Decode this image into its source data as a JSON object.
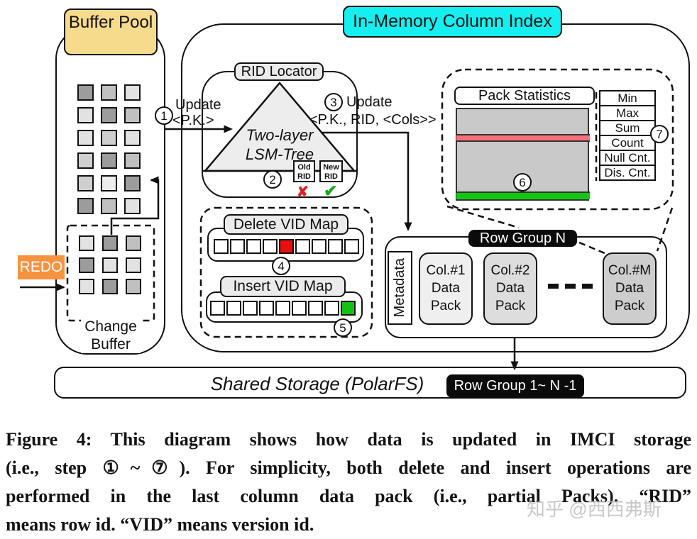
{
  "buffer_pool": {
    "title": "Buffer Pool",
    "redo_label": "REDO",
    "grid": [
      [
        "d",
        "m",
        "l"
      ],
      [
        "l",
        "d",
        "m"
      ],
      [
        "l",
        "ml",
        "l"
      ],
      [
        "ml",
        "d",
        "m"
      ],
      [
        "ml",
        "xl",
        "d"
      ],
      [
        "d",
        "m",
        "l"
      ]
    ],
    "change_buffer": {
      "label_line1": "Change",
      "label_line2": "Buffer",
      "grid": [
        [
          "l",
          "d",
          "m"
        ],
        [
          "d",
          "l",
          "l"
        ],
        [
          "l",
          "d",
          "m"
        ]
      ]
    }
  },
  "imci": {
    "title": "In-Memory Column Index"
  },
  "rid_locator": {
    "label": "RID Locator",
    "tree_label_line1": "Two-layer",
    "tree_label_line2": "LSM-Tree",
    "old_rid_line1": "Old",
    "old_rid_line2": "RID",
    "new_rid_line1": "New",
    "new_rid_line2": "RID",
    "cross_mark": "✘",
    "check_mark": "✔"
  },
  "steps": {
    "s1": {
      "num": "1",
      "line1": "Update",
      "line2": "<P.K.>"
    },
    "s2": {
      "num": "2"
    },
    "s3": {
      "num": "3",
      "line1": "Update",
      "line2": "<P.K., RID, <Cols>>"
    },
    "s4": {
      "num": "4"
    },
    "s5": {
      "num": "5"
    },
    "s6": {
      "num": "6"
    },
    "s7": {
      "num": "7"
    }
  },
  "pack_statistics": {
    "label": "Pack Statistics",
    "stats": [
      "Min",
      "Max",
      "Sum",
      "Count",
      "Null Cnt.",
      "Dis. Cnt."
    ]
  },
  "vid_maps": {
    "delete": {
      "label": "Delete VID Map",
      "cells": [
        "w",
        "w",
        "w",
        "w",
        "r",
        "w",
        "w",
        "w",
        "w"
      ]
    },
    "insert": {
      "label": "Insert VID Map",
      "cells": [
        "w",
        "w",
        "w",
        "w",
        "w",
        "w",
        "w",
        "w",
        "g"
      ]
    }
  },
  "row_group": {
    "badge": "Row Group N",
    "metadata": "Metadata",
    "packs": [
      {
        "line1": "Col.#1",
        "line2": "Data",
        "line3": "Pack"
      },
      {
        "line1": "Col.#2",
        "line2": "Data",
        "line3": "Pack"
      },
      {
        "line1": "Col.#M",
        "line2": "Data",
        "line3": "Pack"
      }
    ]
  },
  "storage": {
    "label": "Shared Storage (PolarFS)",
    "badge": "Row Group 1~ N -1"
  },
  "caption": {
    "lines": [
      "Figure 4: This diagram shows how data is updated in IMCI storage",
      "(i.e., step ①~⑦). For simplicity, both delete and insert operations are",
      "performed in the last column data pack (i.e., partial Packs). “RID”",
      "means row id. “VID” means version id."
    ]
  },
  "watermark": "知乎 @西西弗斯",
  "colors": {
    "ink": "#111111",
    "cyan": "#15EFF0",
    "yellow": "#F7DB8C",
    "orange": "#F79240",
    "label_gray": "#EBEBEB",
    "triangle_gray": "#EDEDED",
    "block_gray": "#C9C9C9",
    "stripe_red": "#F87078",
    "stripe_green": "#12C712",
    "cell_red": "#E90F0F",
    "cell_green": "#12C112",
    "shades": {
      "d": "#9C9C9C",
      "m": "#C0C0C0",
      "ml": "#CFCFCF",
      "l": "#E2E2E2",
      "xl": "#EDEDED"
    }
  }
}
